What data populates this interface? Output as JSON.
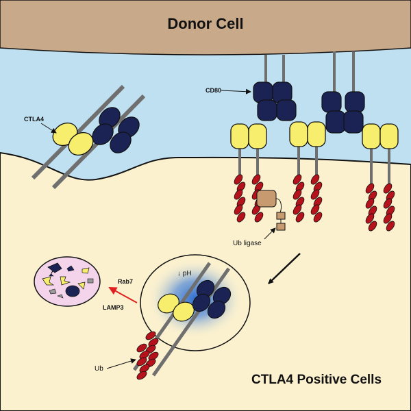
{
  "title_top": "Donor Cell",
  "title_bottom": "CTLA4 Positive Cells",
  "labels": {
    "ctla4": "CTLA4",
    "cd80": "CD80",
    "ub_ligase": "Ub ligase",
    "ph": "pH",
    "rab7": "Rab7",
    "lamp3": "LAMP3",
    "ub": "Ub"
  },
  "colors": {
    "donor_cell": "#c8a98a",
    "membrane_space": "#bfe0f1",
    "ctla4_cell": "#fbf1cf",
    "ctla4": "#f7ee6e",
    "cd80": "#1b2355",
    "ubiquitin": "#b5121b",
    "ub_ligase": "#c89a6f",
    "lysosome": "#f4d4ea",
    "endosome_glow": "#2f6fd0",
    "arrow_red": "#e02020"
  }
}
